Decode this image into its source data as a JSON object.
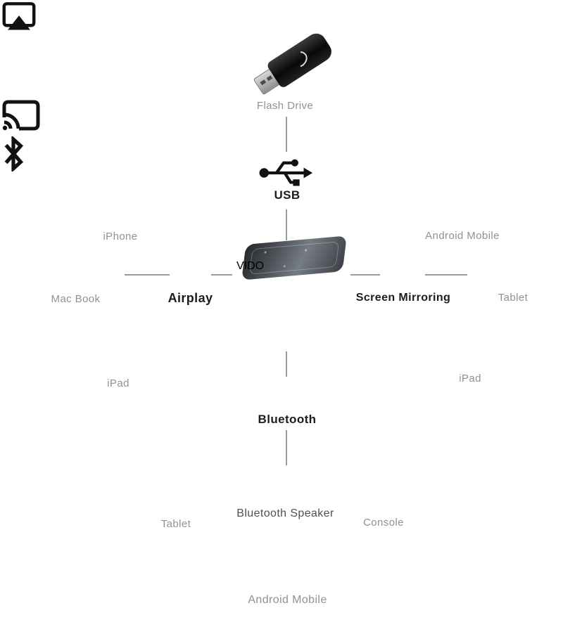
{
  "diagram": {
    "background": "#ffffff",
    "line_color": "#9b9b9b",
    "label_gray": "#8f9194",
    "label_dark": "#1c1c1c",
    "speaker_ring_accent": "#2e6fd8",
    "center_device": {
      "type": "cube mini projector",
      "brand": "VIDO"
    },
    "hubs": {
      "usb": {
        "label": "USB"
      },
      "airplay": {
        "label": "Airplay"
      },
      "screen_mirroring": {
        "label": "Screen Mirroring"
      },
      "bluetooth": {
        "label": "Bluetooth"
      }
    },
    "devices": {
      "flash_drive": "Flash Drive",
      "iphone": "iPhone",
      "macbook": "Mac Book",
      "ipad_left": "iPad",
      "android_top": "Android Mobile",
      "tablet_right": "Tablet",
      "ipad_right": "iPad",
      "tablet_bottom": "Tablet",
      "bluetooth_speaker": "Bluetooth Speaker",
      "console": "Console",
      "android_bottom": "Android Mobile"
    }
  }
}
